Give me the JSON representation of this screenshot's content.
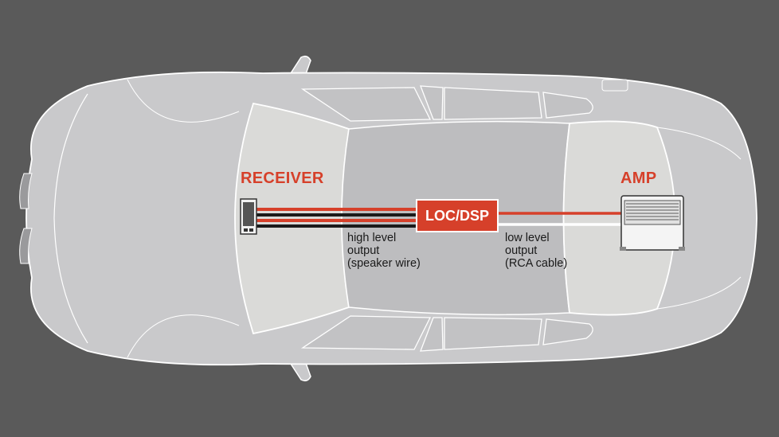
{
  "colors": {
    "background": "#5a5a5a",
    "accent_red": "#d6402a",
    "car_body": "#c9c9cb",
    "car_glass": "#d2d2d4",
    "car_panel": "#dadad8",
    "car_outline": "#ffffff",
    "wire_black": "#1a1a1a",
    "rca_white": "#ffffff"
  },
  "labels": {
    "receiver": "RECEIVER",
    "amp": "AMP",
    "loc_dsp": "LOC/DSP",
    "high_level": [
      "high level",
      "output",
      "(speaker wire)"
    ],
    "low_level": [
      "low level",
      "output",
      "(RCA cable)"
    ]
  },
  "icons": {
    "receiver": "head-unit-icon",
    "amp": "amplifier-icon",
    "car": "sedan-top-view"
  }
}
